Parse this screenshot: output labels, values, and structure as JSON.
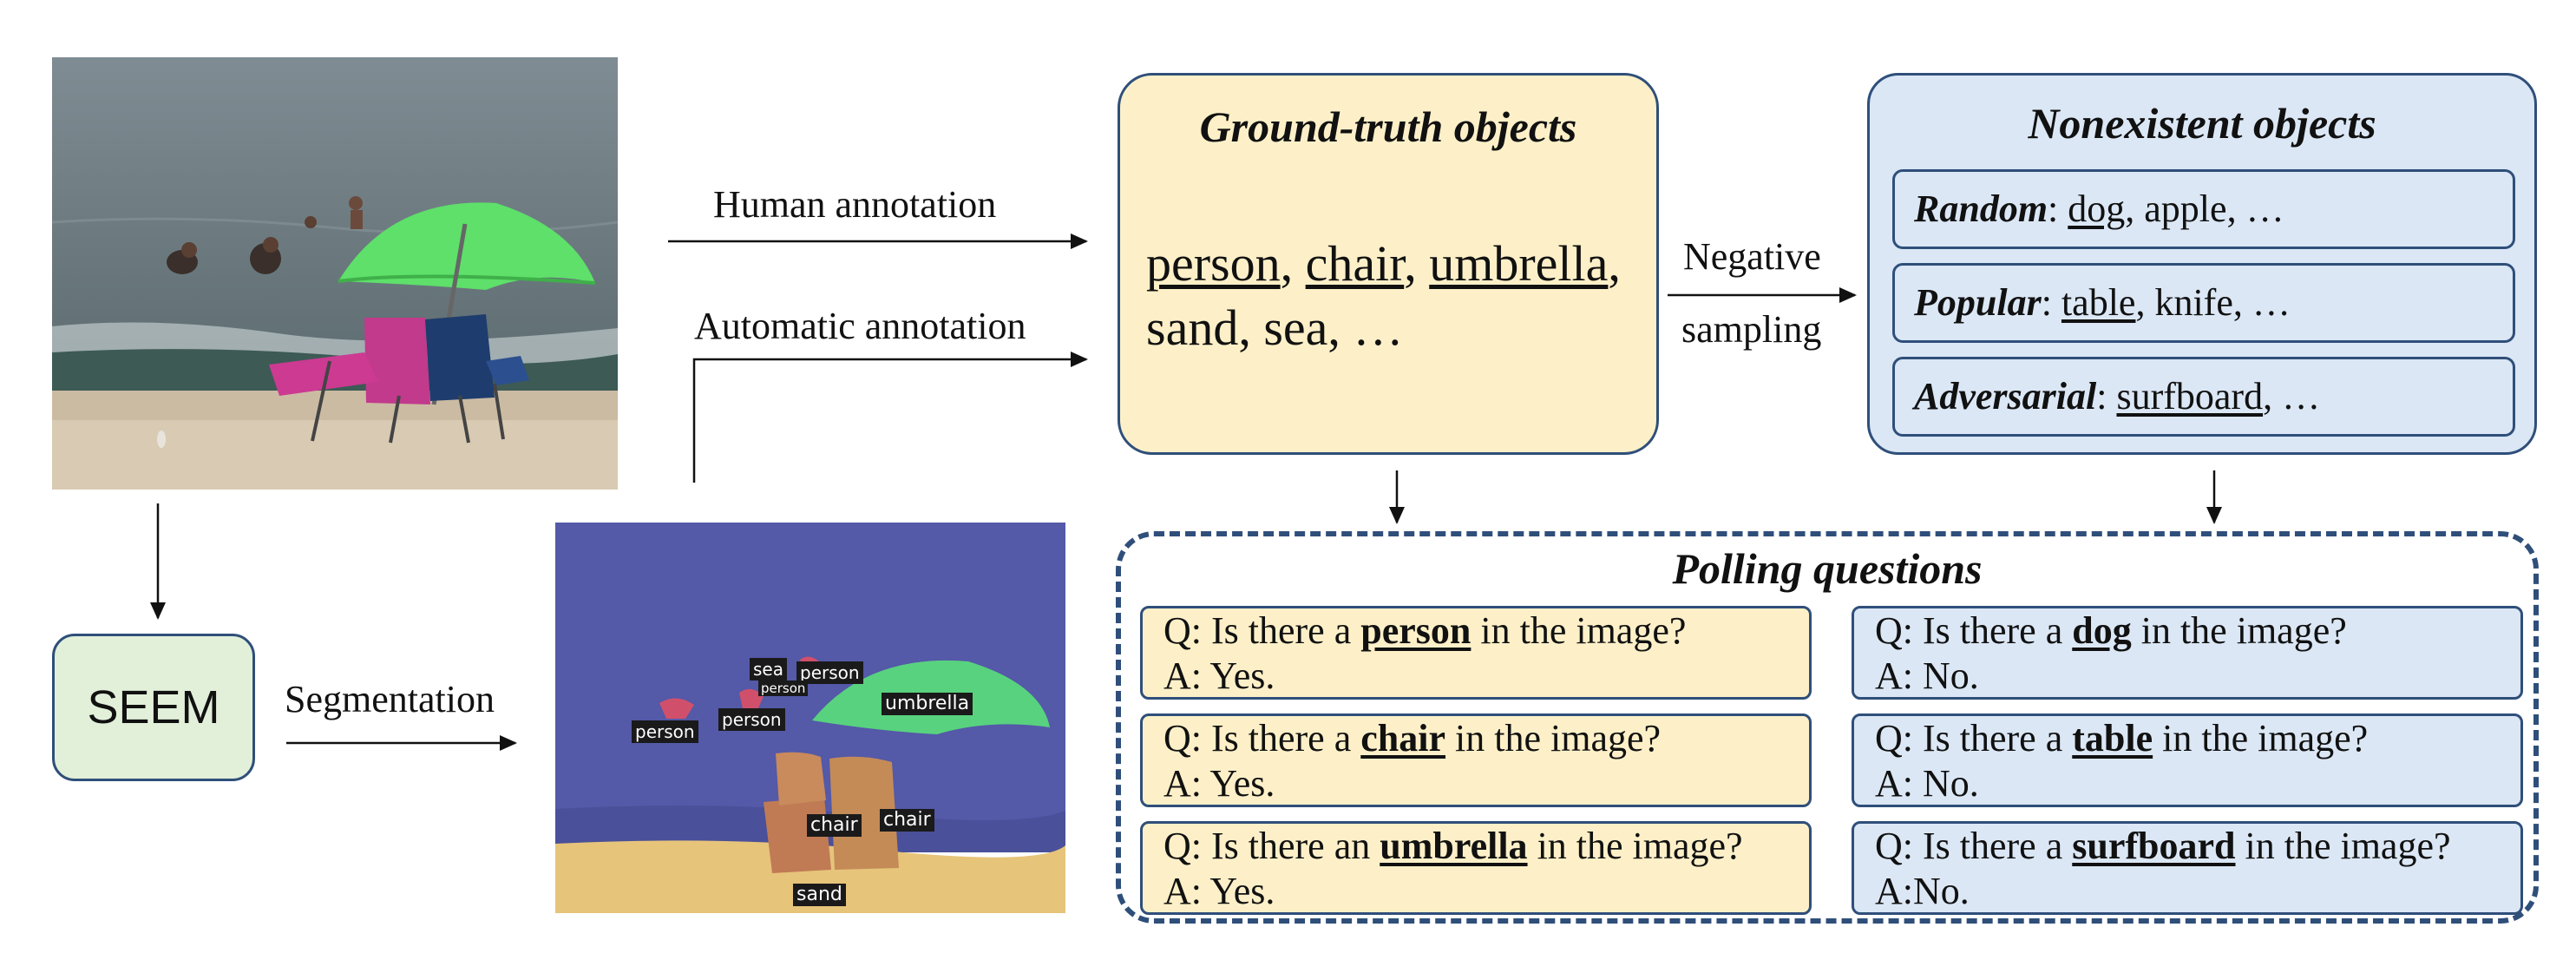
{
  "photo": {
    "name": "beach-photo"
  },
  "segmentation_image": {
    "tags": [
      {
        "id": "sea",
        "text": "sea"
      },
      {
        "id": "person-top-right",
        "text": "person"
      },
      {
        "id": "person-top-small",
        "text": "person"
      },
      {
        "id": "person-middle",
        "text": "person"
      },
      {
        "id": "person-left",
        "text": "person"
      },
      {
        "id": "umbrella",
        "text": "umbrella"
      },
      {
        "id": "chair-left",
        "text": "chair"
      },
      {
        "id": "chair-right",
        "text": "chair"
      },
      {
        "id": "sand",
        "text": "sand"
      }
    ]
  },
  "labels": {
    "human_annotation": "Human annotation",
    "automatic_annotation": "Automatic annotation",
    "negative_sampling_line1": "Negative",
    "negative_sampling_line2": "sampling",
    "segmentation": "Segmentation"
  },
  "seem": {
    "label": "SEEM"
  },
  "ground_truth": {
    "title": "Ground-truth objects",
    "objects": [
      {
        "text": "person",
        "underlined": true
      },
      {
        "text": "chair",
        "underlined": true
      },
      {
        "text": "umbrella",
        "underlined": true
      },
      {
        "text": "sand",
        "underlined": false
      },
      {
        "text": "sea",
        "underlined": false
      }
    ],
    "ellipsis": "…"
  },
  "nonexistent": {
    "title": "Nonexistent objects",
    "items": [
      {
        "strategy": "Random",
        "first": "dog",
        "rest": ", apple, …"
      },
      {
        "strategy": "Popular",
        "first": "table",
        "rest": ", knife, …"
      },
      {
        "strategy": "Adversarial",
        "first": "surfboard",
        "rest": ", …"
      }
    ]
  },
  "polling": {
    "title": "Polling questions",
    "positive": [
      {
        "q_prefix": "Q: Is there a ",
        "object": "person",
        "q_suffix": " in the image?",
        "answer": "A: Yes."
      },
      {
        "q_prefix": "Q: Is there a ",
        "object": "chair",
        "q_suffix": " in the image?",
        "answer": "A: Yes."
      },
      {
        "q_prefix": "Q: Is there an ",
        "object": "umbrella",
        "q_suffix": " in the image?",
        "answer": "A: Yes."
      }
    ],
    "negative": [
      {
        "q_prefix": "Q: Is there a ",
        "object": "dog",
        "q_suffix": " in the image?",
        "answer": "A: No."
      },
      {
        "q_prefix": "Q: Is there a ",
        "object": "table",
        "q_suffix": " in the image?",
        "answer": "A: No."
      },
      {
        "q_prefix": "Q: Is there a ",
        "object": "surfboard",
        "q_suffix": " in the image?",
        "answer": "A:No."
      }
    ]
  },
  "colors": {
    "ground_truth_fill": "#fdf0c8",
    "nonexistent_fill": "#dbe7f5",
    "seem_fill": "#e2f0d9",
    "border": "#2f4f7a"
  }
}
